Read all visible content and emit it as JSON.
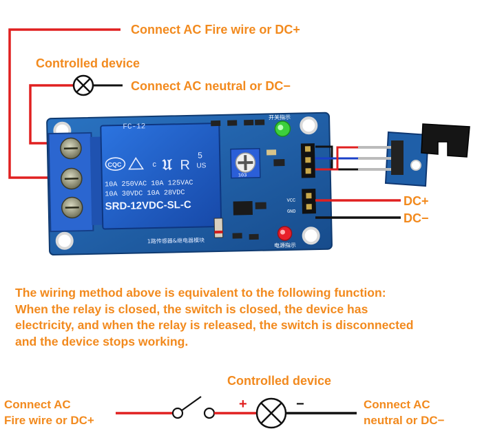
{
  "labels": {
    "fire_wire": "Connect AC Fire wire or DC+",
    "controlled_device_top": "Controlled device",
    "neutral_wire": "Connect AC neutral or DC−",
    "dc_plus": "DC+",
    "dc_minus": "DC−"
  },
  "relay_text": {
    "line1": "10A 250VAC  10A 125VAC",
    "line2": "10A  30VDC  10A  28VDC",
    "model": "SRD-12VDC-SL-C",
    "brand": "CQC",
    "rating_num": "5",
    "top_marking": "FC-12",
    "switch_indicator": "开关指示",
    "power_indicator": "电源指示",
    "module_name": "1路传感器&继电器模块",
    "vcc": "VCC",
    "gnd": "GND",
    "pot_code": "103"
  },
  "description": {
    "line1": "The wiring method above is equivalent to the following function:",
    "line2": "When the relay is closed, the switch is closed, the device has",
    "line3": "electricity, and when the relay is released, the switch is disconnected",
    "line4": "and the device stops working."
  },
  "schematic": {
    "controlled_device": "Controlled device",
    "left_line1": "Connect AC",
    "left_line2": "Fire wire or DC+",
    "right_line1": "Connect AC",
    "right_line2": "neutral or DC−",
    "plus": "+",
    "minus": "−"
  },
  "colors": {
    "label_orange": "#f28a1e",
    "wire_red": "#e02020",
    "wire_black": "#111111",
    "wire_blue": "#1a3fc8",
    "pcb_blue": "#1f5fa8",
    "relay_blue": "#1e5fc9",
    "terminal_blue": "#2b66d0",
    "led_green": "#3ccf3c",
    "led_red": "#e8202a"
  }
}
